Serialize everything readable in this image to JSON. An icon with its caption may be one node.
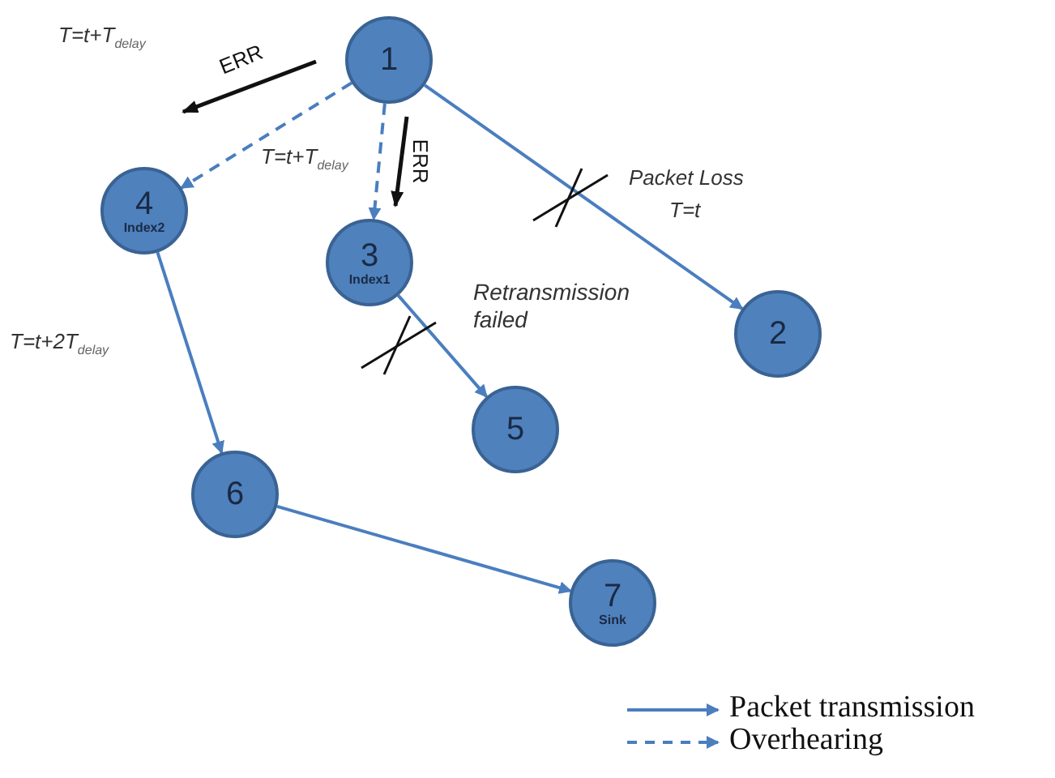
{
  "diagram": {
    "nodes": [
      {
        "text": [
          "1"
        ]
      },
      {
        "text": [
          "4",
          "Index2"
        ]
      },
      {
        "text": [
          "3",
          "Index1"
        ]
      },
      {
        "text": [
          "2"
        ]
      },
      {
        "text": [
          "5"
        ]
      },
      {
        "text": [
          "6"
        ]
      },
      {
        "text": [
          "7",
          "Sink"
        ]
      }
    ],
    "edges": [
      {
        "from": 0,
        "to": 1,
        "arrow": "to",
        "style": "dashed"
      },
      {
        "from": 0,
        "to": 2,
        "arrow": "to",
        "style": "dashed"
      },
      {
        "from": 0,
        "to": 3,
        "arrow": "to"
      },
      {
        "from": 2,
        "to": 4,
        "arrow": "to"
      },
      {
        "from": 1,
        "to": 5,
        "arrow": "to"
      },
      {
        "from": 5,
        "to": 6,
        "arrow": "to"
      }
    ],
    "labels": [
      "ERR",
      "T=t+T$_{delay}$",
      "T=t+T$_{delay}$",
      "ERR",
      "Packet Loss",
      "T=t",
      "Retransmission failed",
      "T=t+2T$_{delay}$"
    ],
    "legend": [
      {
        "text": "Packet transmission"
      },
      {
        "text": "Overhearing"
      }
    ]
  }
}
